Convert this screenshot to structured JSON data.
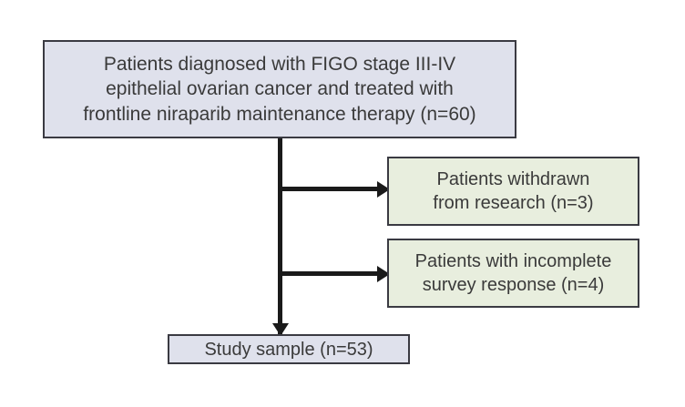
{
  "diagram": {
    "type": "flowchart",
    "orientation": "top-down-with-right-branches",
    "colors": {
      "enrolled_fill": "#dfe1ec",
      "excluded_fill": "#e8eede",
      "sample_fill": "#dfe1ec",
      "border": "#3a3a42",
      "connector": "#1a1a1a",
      "text": "#3a3a3a",
      "background": "#ffffff"
    },
    "nodes": {
      "enrolled": {
        "label": "Patients diagnosed with FIGO stage III-IV\nepithelial ovarian cancer and treated with\nfrontline niraparib maintenance therapy (n=60)",
        "count": 60
      },
      "withdrawn": {
        "label": "Patients withdrawn\nfrom research (n=3)",
        "count": 3
      },
      "incomplete": {
        "label": "Patients with incomplete\nsurvey response (n=4)",
        "count": 4
      },
      "sample": {
        "label": "Study sample (n=53)",
        "count": 53
      }
    }
  }
}
